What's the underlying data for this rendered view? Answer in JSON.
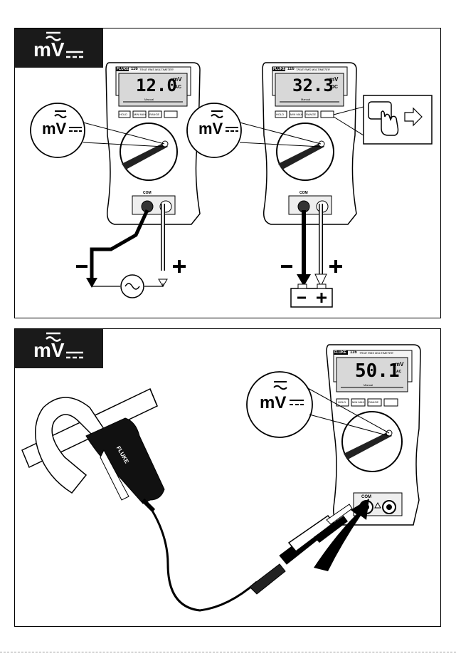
{
  "mode_badge": {
    "symbol": "mV"
  },
  "function_symbol": "mV",
  "meters": [
    {
      "brand": "FLUKE",
      "model": "116",
      "title": "TRUE RMS MULTIMETER",
      "reading": "12.0",
      "unit": "mV",
      "mode": "AC",
      "scale_label": "Manual",
      "buttons": [
        "HOLD",
        "MIN MAX",
        "RANGE"
      ],
      "terminal_com": "COM"
    },
    {
      "brand": "FLUKE",
      "model": "116",
      "title": "TRUE RMS MULTIMETER",
      "reading": "32.3",
      "unit": "mV",
      "mode": "DC",
      "scale_label": "Manual",
      "buttons": [
        "HOLD",
        "MIN MAX",
        "RANGE"
      ],
      "terminal_com": "COM"
    },
    {
      "brand": "FLUKE",
      "model": "116",
      "title": "TRUE RMS MULTIMETER",
      "reading": "50.1",
      "unit": "mV",
      "mode": "AC",
      "scale_label": "Manual",
      "buttons": [
        "HOLD",
        "MIN MAX",
        "RANGE"
      ],
      "terminal_com": "COM"
    }
  ],
  "polarity": {
    "negative": "−",
    "positive": "+"
  },
  "clamp": {
    "brand": "FLUKE"
  }
}
